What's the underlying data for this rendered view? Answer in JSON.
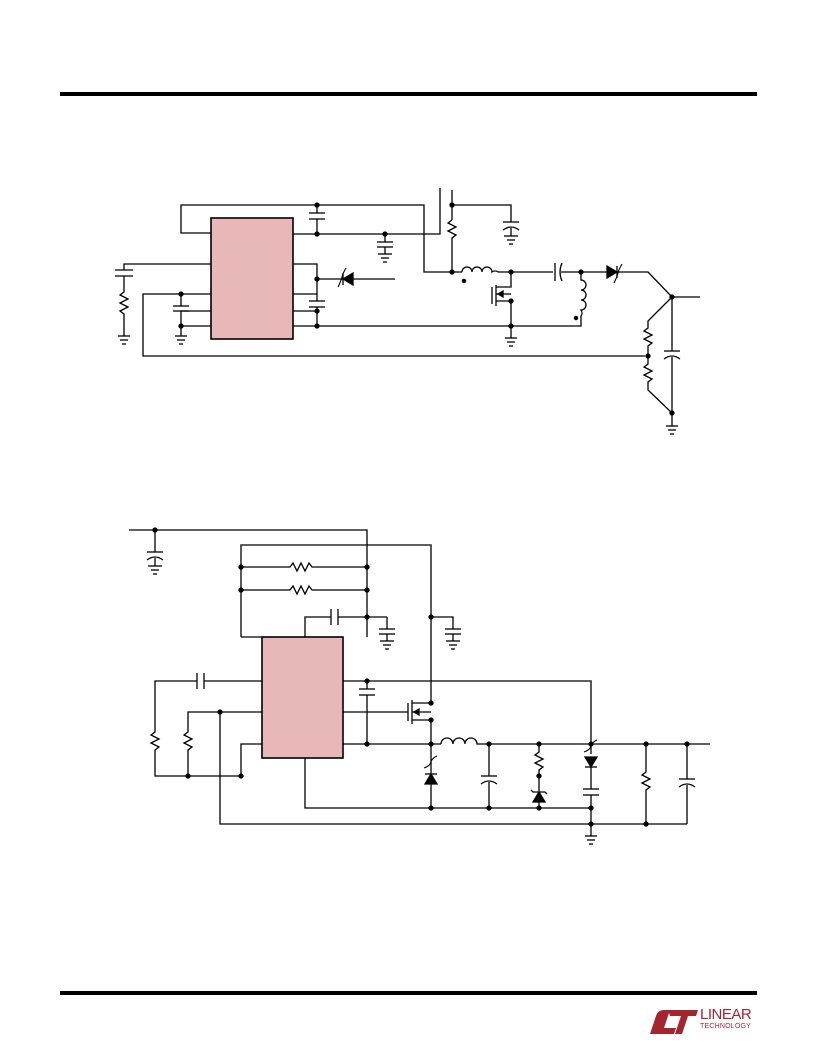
{
  "footer": {
    "logo": {
      "brand_line1": "LINEAR",
      "brand_line2": "TECHNOLOGY",
      "color": "#a3262e"
    }
  },
  "colors": {
    "ic_fill": "#e8b8b8",
    "wire": "#000000"
  },
  "diagrams": [
    {
      "name": "top-schematic",
      "ic_count": 1
    },
    {
      "name": "bottom-schematic",
      "ic_count": 1
    }
  ]
}
